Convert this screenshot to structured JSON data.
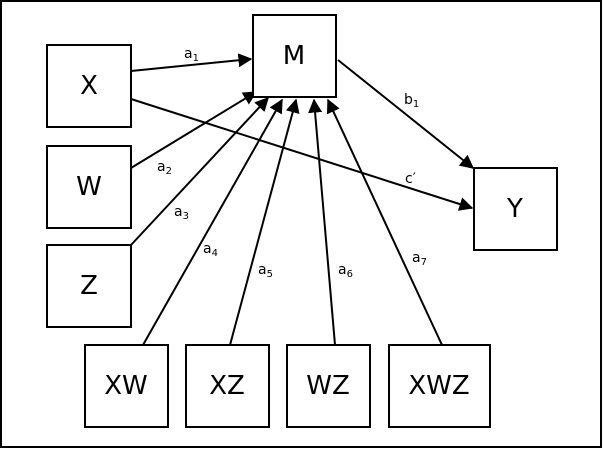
{
  "diagram": {
    "nodes": {
      "x": "X",
      "w": "W",
      "z": "Z",
      "m": "M",
      "y": "Y",
      "xw": "XW",
      "xz": "XZ",
      "wz": "WZ",
      "xwz": "XWZ"
    },
    "edges": {
      "a1": {
        "base": "a",
        "sub": "1"
      },
      "a2": {
        "base": "a",
        "sub": "2"
      },
      "a3": {
        "base": "a",
        "sub": "3"
      },
      "a4": {
        "base": "a",
        "sub": "4"
      },
      "a5": {
        "base": "a",
        "sub": "5"
      },
      "a6": {
        "base": "a",
        "sub": "6"
      },
      "a7": {
        "base": "a",
        "sub": "7"
      },
      "b1": {
        "base": "b",
        "sub": "1"
      },
      "c_prime": {
        "base": "c′",
        "sub": ""
      }
    }
  }
}
